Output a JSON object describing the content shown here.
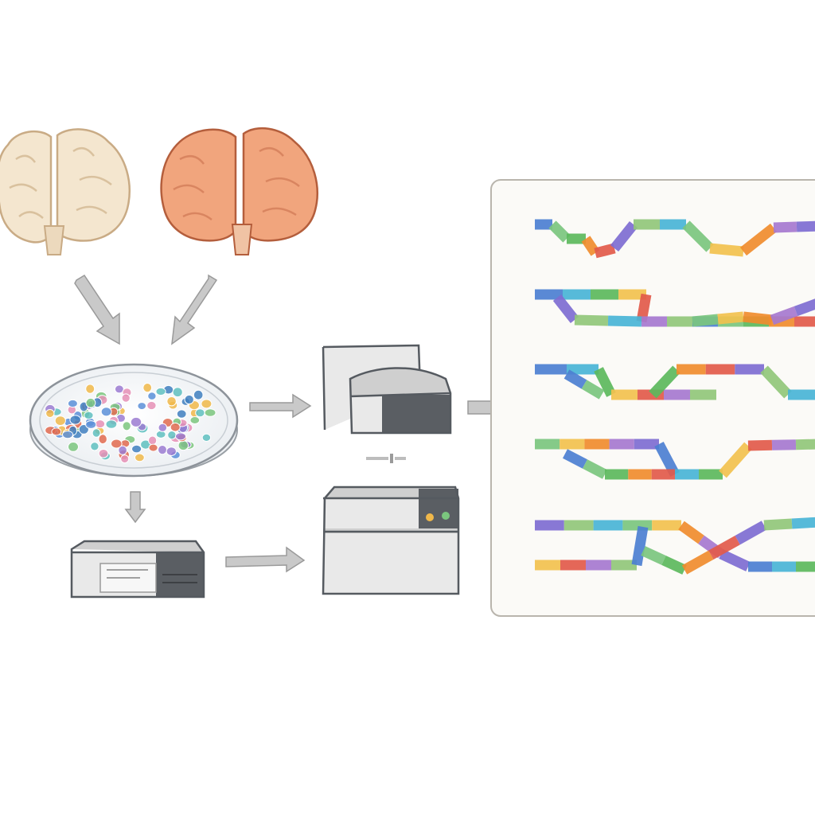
{
  "diagram": {
    "sources": [
      {
        "id": "brain-control",
        "icon": "brain-icon",
        "colors": {
          "fill": "#f4e6cf",
          "stroke": "#c9ab85",
          "detail": "#d9c19e",
          "stem": "#ecd9bd"
        }
      },
      {
        "id": "brain-disease",
        "icon": "brain-icon",
        "colors": {
          "fill": "#f1a57d",
          "stroke": "#b45e3c",
          "detail": "#d98560",
          "stem": "#f0c3a4"
        }
      }
    ],
    "culture": {
      "icon": "petri-dish-icon",
      "cell_colors": [
        "#5b8fd8",
        "#7bc67e",
        "#e06a4f",
        "#f0b84a",
        "#9b7bd1",
        "#5fc0c0",
        "#e58fb5",
        "#3f7fbf"
      ]
    },
    "instruments": [
      {
        "id": "sequencer-a",
        "icon": "sequencer-icon"
      },
      {
        "id": "sequencer-b",
        "icon": "sequencer-icon",
        "indicator_colors": [
          "#f0b84a",
          "#7bc67e"
        ]
      },
      {
        "id": "processor",
        "icon": "processor-icon"
      }
    ],
    "panel": {
      "icon": "read-alignment-panel",
      "background": "#fbfaf7",
      "border": "#b9b5ad"
    },
    "strand_palette": [
      "#4c7fd1",
      "#49b4d6",
      "#7bc67e",
      "#5cb85c",
      "#f2c14e",
      "#f08c2e",
      "#e25a4a",
      "#a678cf",
      "#7e6cd1",
      "#91c77a"
    ],
    "colors": {
      "arrow": "#c9c9c9",
      "arrow_stroke": "#9a9a9a",
      "machine_light": "#e9e9e9",
      "machine_mid": "#cfcfcf",
      "machine_dark": "#5a5e63",
      "outline": "#555a60"
    }
  }
}
